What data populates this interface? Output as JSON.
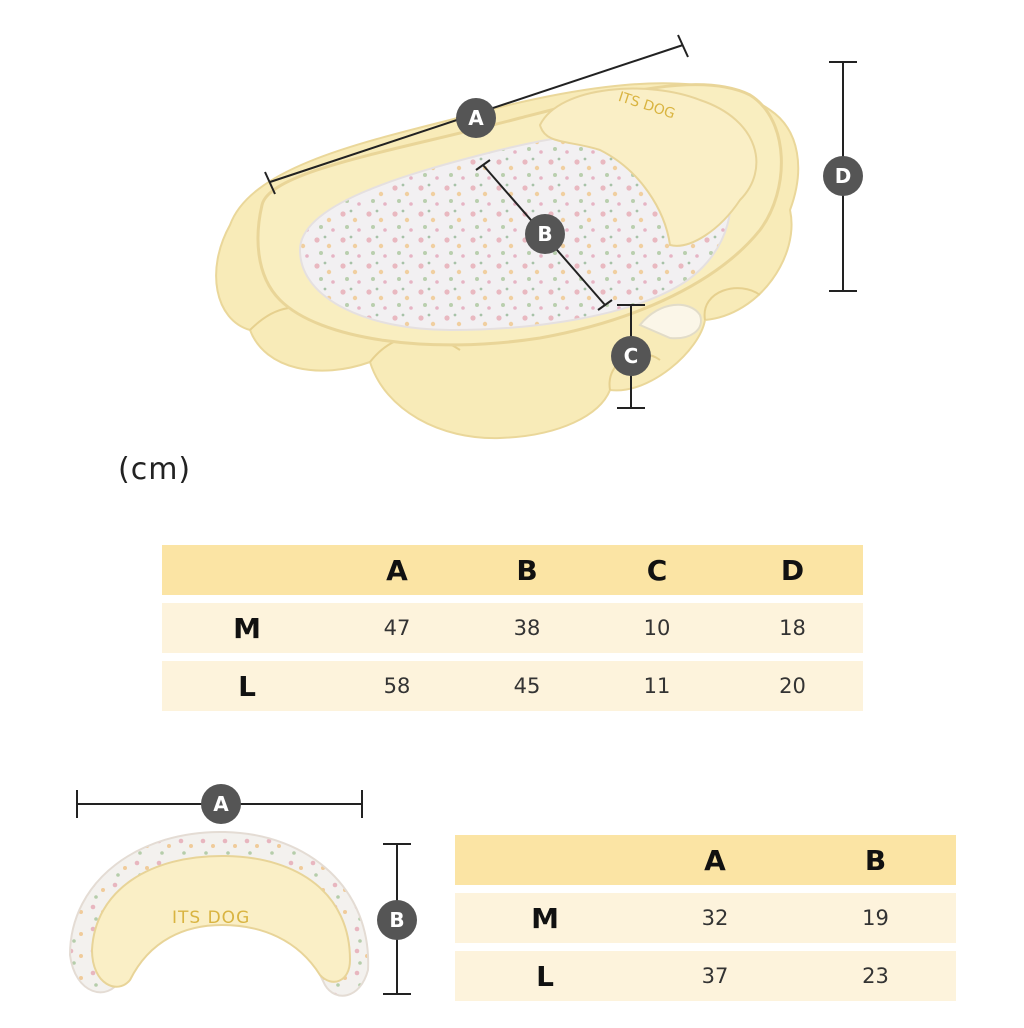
{
  "unit_label": "(cm)",
  "markers": {
    "a": "A",
    "b": "B",
    "c": "C",
    "d": "D"
  },
  "embroidery": "ITS DOG",
  "bed_table": {
    "headers": [
      "",
      "A",
      "B",
      "C",
      "D"
    ],
    "rows": [
      {
        "size": "M",
        "values": [
          "47",
          "38",
          "10",
          "18"
        ]
      },
      {
        "size": "L",
        "values": [
          "58",
          "45",
          "11",
          "20"
        ]
      }
    ]
  },
  "cushion_table": {
    "headers": [
      "",
      "A",
      "B"
    ],
    "rows": [
      {
        "size": "M",
        "values": [
          "32",
          "19"
        ]
      },
      {
        "size": "L",
        "values": [
          "37",
          "23"
        ]
      }
    ]
  },
  "colors": {
    "header_bg": "#fbe4a4",
    "row_bg": "#fdf3dc",
    "marker_bg": "#555555",
    "fabric": "#f9eec0"
  }
}
